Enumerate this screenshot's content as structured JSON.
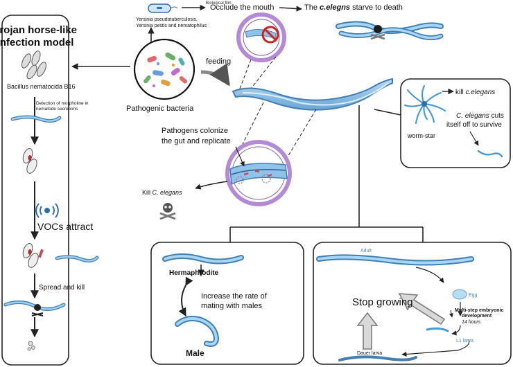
{
  "labels": {
    "biofilm": "Biological film",
    "occlude": "Occlude the mouth",
    "starve_pre": "The ",
    "starve_em": "c.elegns",
    "starve_post": " starve to death",
    "yersinia_1": "Yersinia pseudotuberculosis,",
    "yersinia_2": "Yersinia pestis and nematophilus",
    "trojan_1": "Trojan horse-like",
    "trojan_2": "infection model",
    "bacillus": "Bacillus nematocida B16",
    "morpholine_1": "Detection of morpholine in",
    "morpholine_2": "nematode secretions",
    "vocs": "VOCs attract",
    "spread": "Spread and kill",
    "feeding": "feeding",
    "pathogenic": "Pathogenic bacteria",
    "colonize_1": "Pathogens colonize",
    "colonize_2": "the gut and replicate",
    "kill_pre": "Kill ",
    "kill_em": "C. elegans",
    "kill2_pre": "kill ",
    "kill2_em": "c.elegans",
    "cuts_em": "C. elegans",
    "cuts_post": " cuts",
    "cuts_2": "itself off to survive",
    "wormstar": "worm-star",
    "hermaphrodite": "Hermaphrodite",
    "mating_1": "Increase the rate of",
    "mating_2": "mating with males",
    "male": "Male",
    "adult": "Adult",
    "egg": "Egg",
    "stop": "Stop growing",
    "multistep_1": "Multi-step embryonic",
    "multistep_2": "development",
    "hours": "14 hours",
    "l1": "L1 larva",
    "dauer": "Dauer larva"
  },
  "colors": {
    "worm_fill": "#8fc3e8",
    "worm_stroke": "#3f7fb8",
    "lens_ring": "#b48ad6",
    "blue_text": "#4a86c8"
  }
}
